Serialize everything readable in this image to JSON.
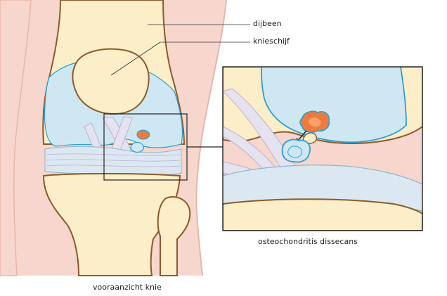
{
  "labels": {
    "femur": "dijbeen",
    "patella": "knieschijf",
    "inset_caption": "osteochondritis dissecans",
    "view_caption": "vooraanzicht knie"
  },
  "colors": {
    "skin": "#f6d6cd",
    "skin_outline": "#e7b7a8",
    "bone": "#fbeec8",
    "bone_outline": "#8b5a2b",
    "cartilage": "#cfe7f3",
    "cartilage_outline": "#2c9fd1",
    "ligament": "#e6e2ef",
    "ligament_line": "#b9b2cf",
    "lesion": "#f07a3a",
    "frame": "#222222"
  }
}
